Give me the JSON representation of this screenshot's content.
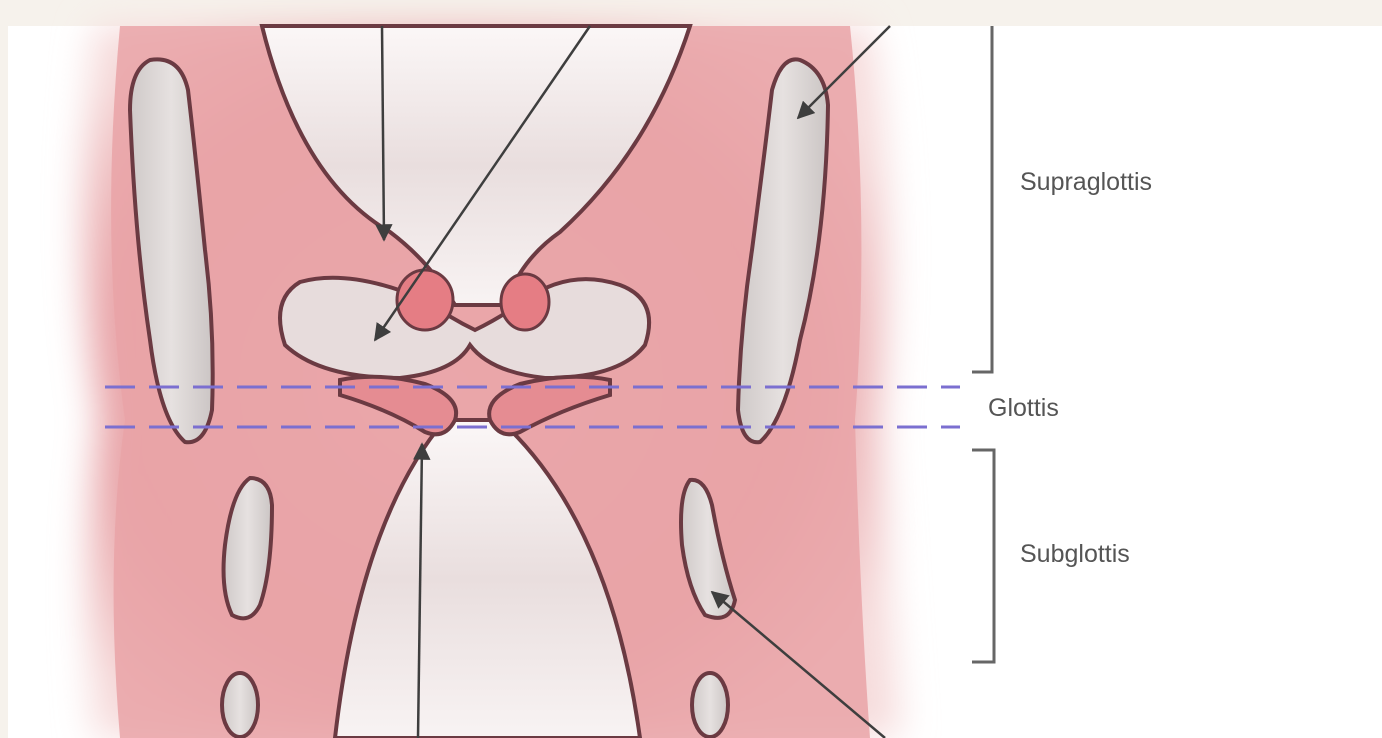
{
  "diagram": {
    "regions": [
      {
        "id": "supraglottis",
        "label": "Supraglottis"
      },
      {
        "id": "glottis",
        "label": "Glottis"
      },
      {
        "id": "subglottis",
        "label": "Subglottis"
      }
    ]
  },
  "colors": {
    "background": "#f6f2ec",
    "panel": "#ffffff",
    "tissue": "#e9a6a9",
    "tissue_dark": "#d9777f",
    "airway": "#f4eeee",
    "cartilage": "#d9d4d2",
    "outline": "#6b3a42",
    "glottis_lines": "#7b6fd0",
    "leader_lines": "#4a4a4a",
    "bracket": "#666666",
    "label_text": "#555555"
  }
}
